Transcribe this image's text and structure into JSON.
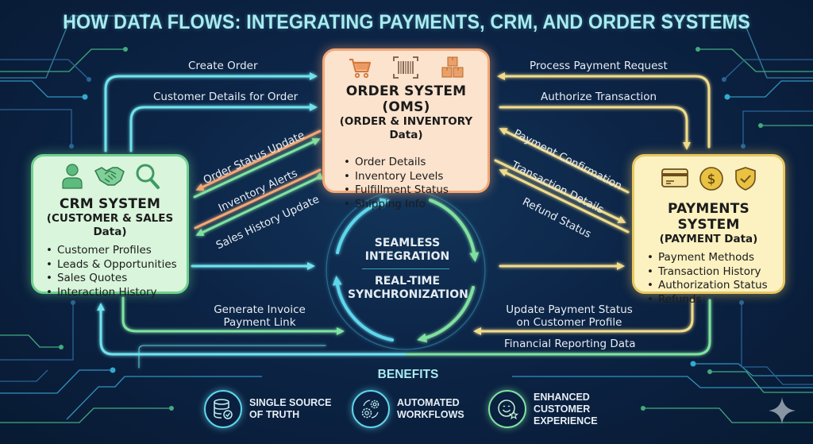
{
  "title": "HOW DATA FLOWS: INTEGRATING PAYMENTS, CRM, AND ORDER SYSTEMS",
  "colors": {
    "background": "#0b2140",
    "title": "#a8ecf0",
    "oms_fill": "#fbe3cd",
    "oms_border": "#f3a878",
    "crm_fill": "#d9f5dc",
    "crm_border": "#6fd18e",
    "payments_fill": "#fbf1c1",
    "payments_border": "#e8c75e",
    "cyan_flow": "#6fe3ee",
    "green_flow": "#7ee3a0",
    "orange_flow": "#f1a876",
    "yellow_flow": "#f1dc8a"
  },
  "systems": {
    "oms": {
      "icons": [
        "shopping-cart-icon",
        "barcode-icon",
        "boxes-icon"
      ],
      "title": "ORDER SYSTEM (OMS)",
      "subtitle": "(ORDER & INVENTORY Data)",
      "items": [
        "Order Details",
        "Inventory Levels",
        "Fulfillment Status",
        "Shipping Info"
      ]
    },
    "crm": {
      "icons": [
        "user-icon",
        "handshake-icon",
        "magnifier-icon"
      ],
      "title": "CRM SYSTEM",
      "subtitle": "(CUSTOMER & SALES Data)",
      "items": [
        "Customer Profiles",
        "Leads & Opportunities",
        "Sales Quotes",
        "Interaction History"
      ]
    },
    "payments": {
      "icons": [
        "credit-card-icon",
        "dollar-coin-icon",
        "shield-check-icon"
      ],
      "title": "PAYMENTS SYSTEM",
      "subtitle": "(PAYMENT Data)",
      "items": [
        "Payment Methods",
        "Transaction History",
        "Authorization Status",
        "Refunds"
      ]
    }
  },
  "flows": {
    "create_order": "Create Order",
    "customer_details": "Customer Details for Order",
    "process_payment": "Process Payment Request",
    "authorize_transaction": "Authorize Transaction",
    "order_status_update": "Order Status Update",
    "inventory_alerts": "Inventory Alerts",
    "sales_history_update": "Sales History Update",
    "payment_confirmation": "Payment Confirmation",
    "transaction_details": "Transaction Details",
    "refund_status": "Refund Status",
    "generate_invoice": "Generate Invoice\nPayment Link",
    "update_payment_status": "Update Payment Status\non Customer Profile",
    "financial_reporting": "Financial Reporting Data"
  },
  "center": {
    "line1": "SEAMLESS",
    "line2": "INTEGRATION",
    "line3": "REAL-TIME",
    "line4": "SYNCHRONIZATION"
  },
  "benefits": {
    "title": "BENEFITS",
    "items": [
      {
        "icon": "database-check-icon",
        "label": "SINGLE SOURCE\nOF TRUTH"
      },
      {
        "icon": "gears-cycle-icon",
        "label": "AUTOMATED\nWORKFLOWS"
      },
      {
        "icon": "smiley-star-icon",
        "label": "ENHANCED\nCUSTOMER\nEXPERIENCE"
      }
    ]
  }
}
